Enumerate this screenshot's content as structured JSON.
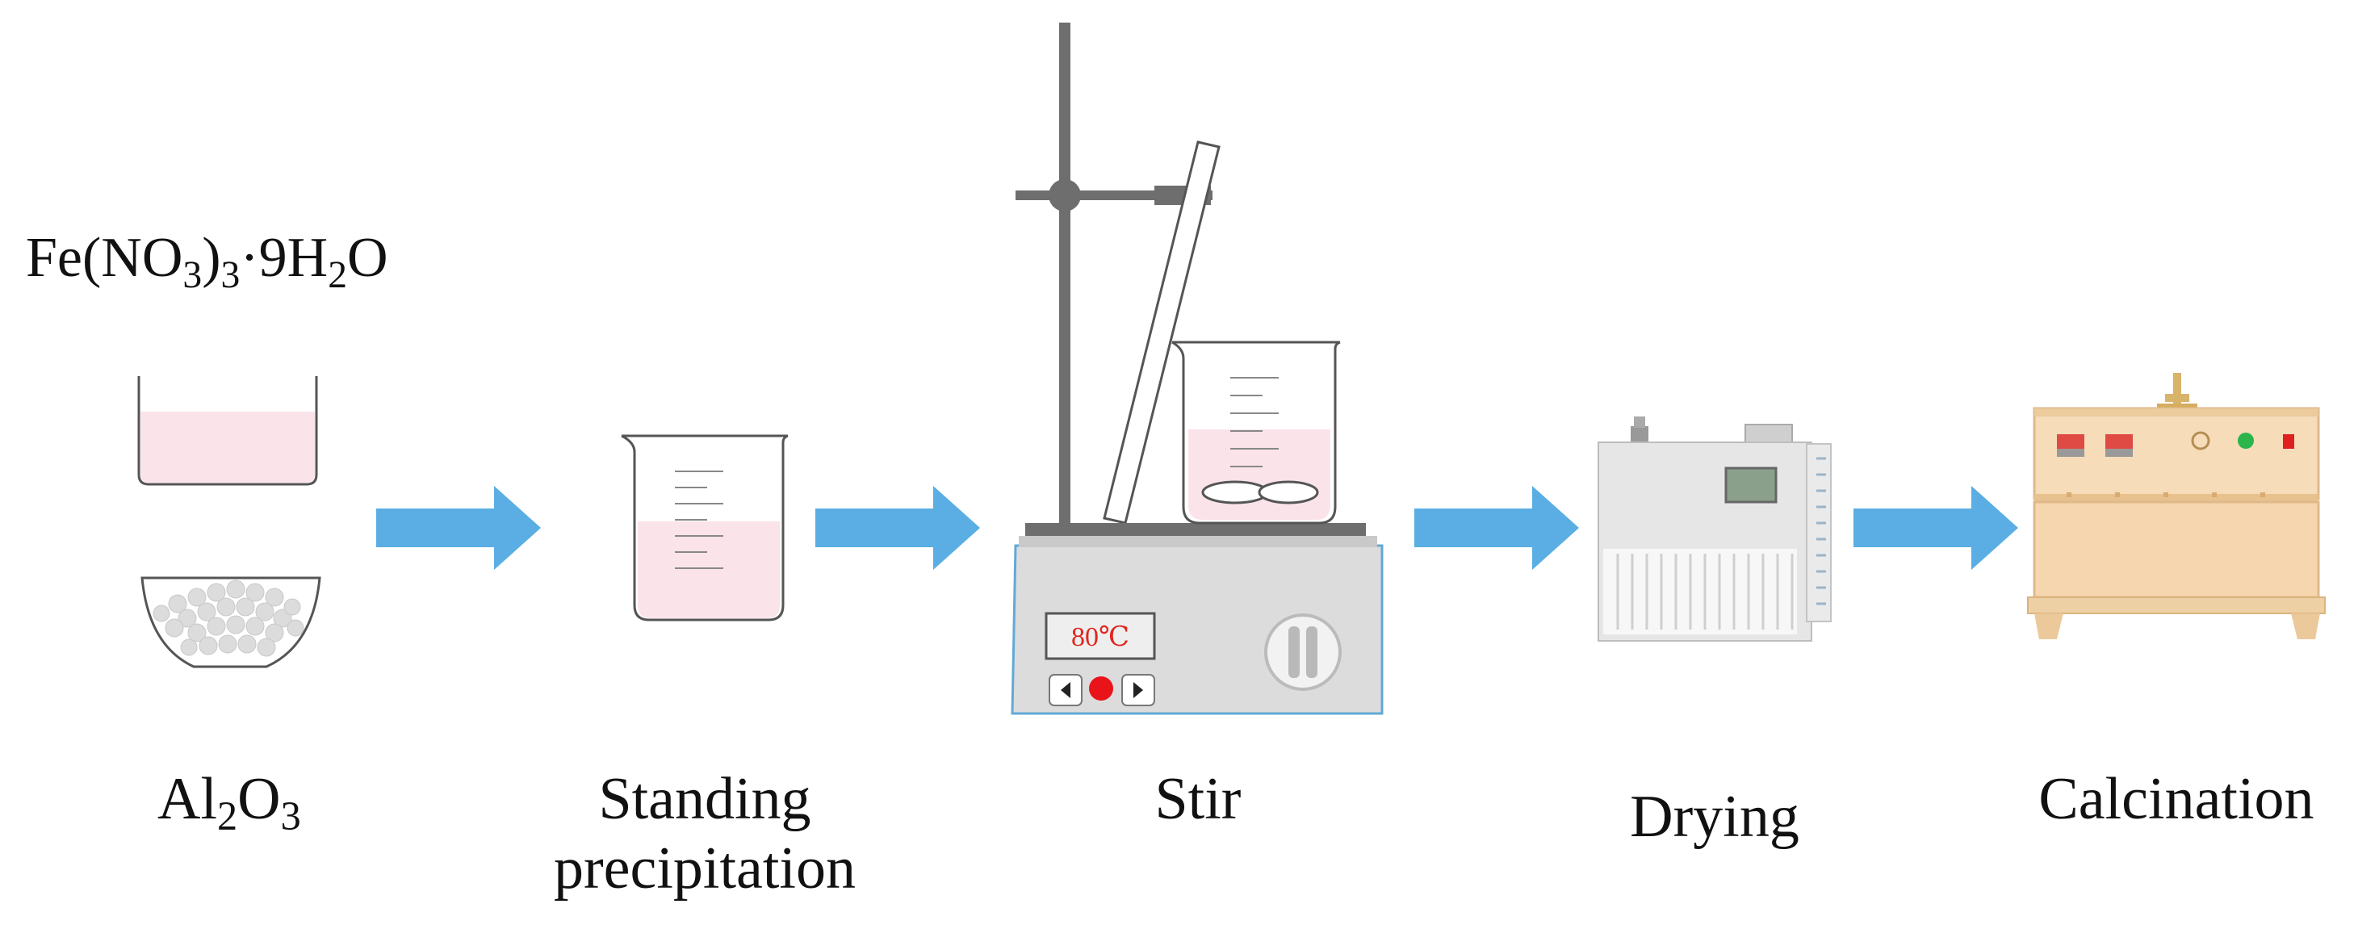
{
  "reagent": {
    "formula_parts": [
      "Fe(NO",
      "3",
      ")",
      "3",
      "·9H",
      "2",
      "O"
    ]
  },
  "support": {
    "formula_parts": [
      "Al",
      "2",
      "O",
      "3"
    ]
  },
  "steps": [
    {
      "id": "standing",
      "label_lines": [
        "Standing",
        "precipitation"
      ]
    },
    {
      "id": "stir",
      "label_lines": [
        "Stir"
      ]
    },
    {
      "id": "drying",
      "label_lines": [
        "Drying"
      ]
    },
    {
      "id": "calcination",
      "label_lines": [
        "Calcination"
      ]
    }
  ],
  "stirrer": {
    "temperature_display": "80℃"
  },
  "colors": {
    "arrow": "#5aaee3",
    "solution": "#fbe3ea",
    "stirrer_body": "#dcdcdc",
    "oven_body": "#f4d8b4",
    "dryer_body": "#e6e6e6",
    "display_text": "#e0261f"
  },
  "icons": [
    "beaker-icon",
    "bowl-with-pellets-icon",
    "stirrer-icon",
    "dryer-icon",
    "furnace-icon",
    "arrow-icon"
  ]
}
